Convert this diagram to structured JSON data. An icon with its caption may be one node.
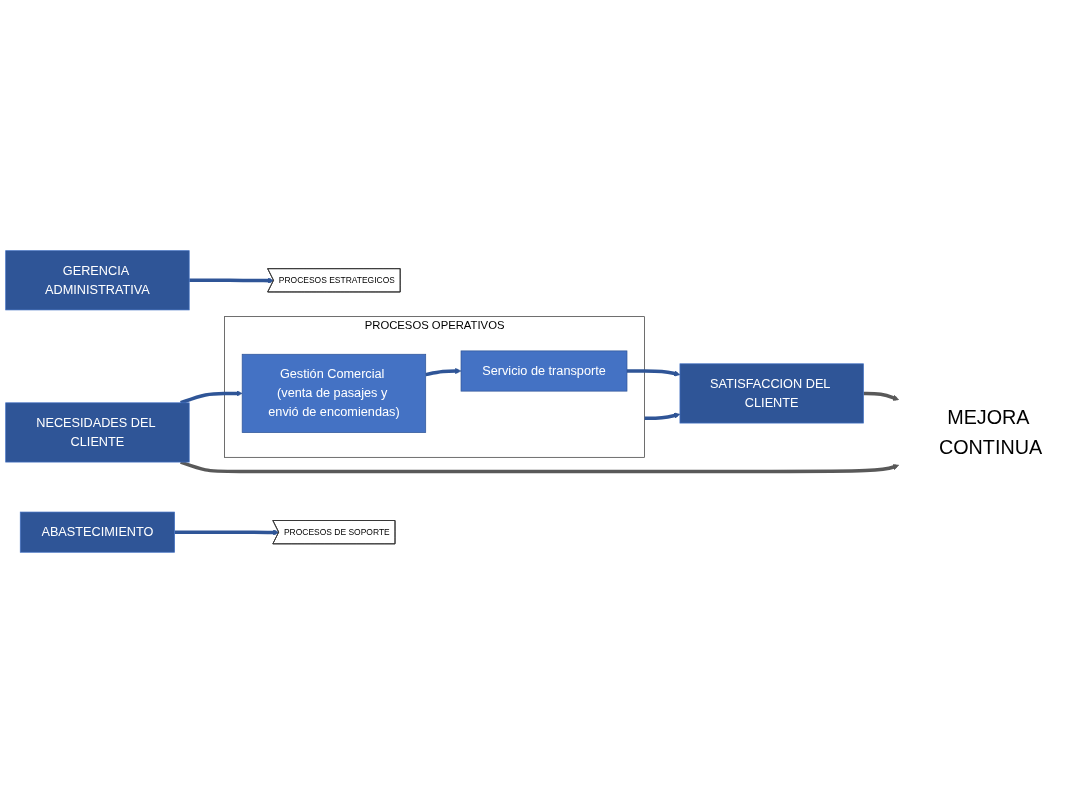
{
  "diagram": {
    "nodes": [
      {
        "text": [
          "GERENCIA ADMINISTRATIVA"
        ]
      },
      {
        "text": [
          "PROCESOS ESTRATEGICOS"
        ]
      },
      {
        "text": [
          "NECESIDADES DEL CLIENTE"
        ]
      },
      {
        "text": [
          "PROCESOS OPERATIVOS"
        ]
      },
      {
        "text": [
          "Gestión Comercial (venta de pasajes y envió de encomiendas)"
        ],
        "in": 3
      },
      {
        "text": [
          "Servicio de transporte"
        ],
        "in": 3
      },
      {
        "text": [
          "SATISFACCION DEL CLIENTE"
        ]
      },
      {
        "text": [
          "PROCESOS DE SOPORTE"
        ]
      },
      {
        "text": [
          "ABASTECIMIENTO"
        ]
      },
      {
        "text": [
          "MEJORA CONTINUA"
        ]
      }
    ],
    "edges": [
      {
        "from": 0,
        "to": 1,
        "arrow": "to"
      },
      {
        "from": 2,
        "to": 4,
        "arrow": "to"
      },
      {
        "from": 4,
        "to": 5,
        "arrow": "to"
      },
      {
        "from": 5,
        "to": 6,
        "arrow": "to"
      },
      {
        "from": 3,
        "to": 6,
        "arrow": "to"
      },
      {
        "from": 8,
        "to": 7,
        "arrow": "to"
      },
      {
        "from": 2,
        "to": 9,
        "arrow": "to",
        "color": "#595959"
      },
      {
        "from": 6,
        "to": 9,
        "arrow": "to",
        "color": "#595959"
      }
    ]
  }
}
